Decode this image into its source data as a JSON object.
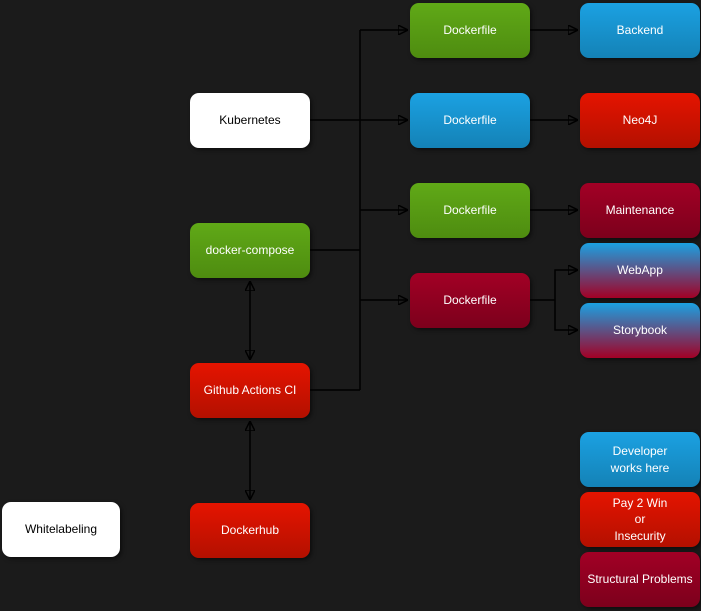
{
  "diagram": {
    "background": "#1b1b1b",
    "edge_color": "#000000",
    "palette": {
      "green": "#60a917",
      "blue": "#1ba1e2",
      "red": "#e51400",
      "crimson": "#a20025",
      "white": "#ffffff",
      "gradient_top": "#1ba1e2",
      "gradient_bottom": "#a20025"
    },
    "nodes": {
      "kubernetes": {
        "label": "Kubernetes",
        "color": "#ffffff"
      },
      "docker_compose": {
        "label": "docker-compose",
        "color": "#60a917"
      },
      "github_actions": {
        "label": "Github Actions CI",
        "color": "#e51400"
      },
      "dockerhub": {
        "label": "Dockerhub",
        "color": "#e51400"
      },
      "whitelabeling": {
        "label": "Whitelabeling",
        "color": "#ffffff"
      },
      "dockerfile_backend": {
        "label": "Dockerfile",
        "color": "#60a917"
      },
      "dockerfile_neo4j": {
        "label": "Dockerfile",
        "color": "#1ba1e2"
      },
      "dockerfile_maintenance": {
        "label": "Dockerfile",
        "color": "#60a917"
      },
      "dockerfile_frontend": {
        "label": "Dockerfile",
        "color": "#a20025"
      },
      "backend": {
        "label": "Backend",
        "color": "#1ba1e2"
      },
      "neo4j": {
        "label": "Neo4J",
        "color": "#e51400"
      },
      "maintenance": {
        "label": "Maintenance",
        "color": "#a20025"
      },
      "webapp": {
        "label": "WebApp",
        "color": "gradient-blue-crimson"
      },
      "storybook": {
        "label": "Storybook",
        "color": "gradient-blue-crimson"
      }
    },
    "legend": {
      "developer": {
        "label": "Developer\nworks here",
        "color": "#1ba1e2"
      },
      "pay2win": {
        "label": "Pay 2 Win\nor\nInsecurity",
        "color": "#e51400"
      },
      "structural": {
        "label": "Structural Problems",
        "color": "#a20025"
      }
    }
  }
}
